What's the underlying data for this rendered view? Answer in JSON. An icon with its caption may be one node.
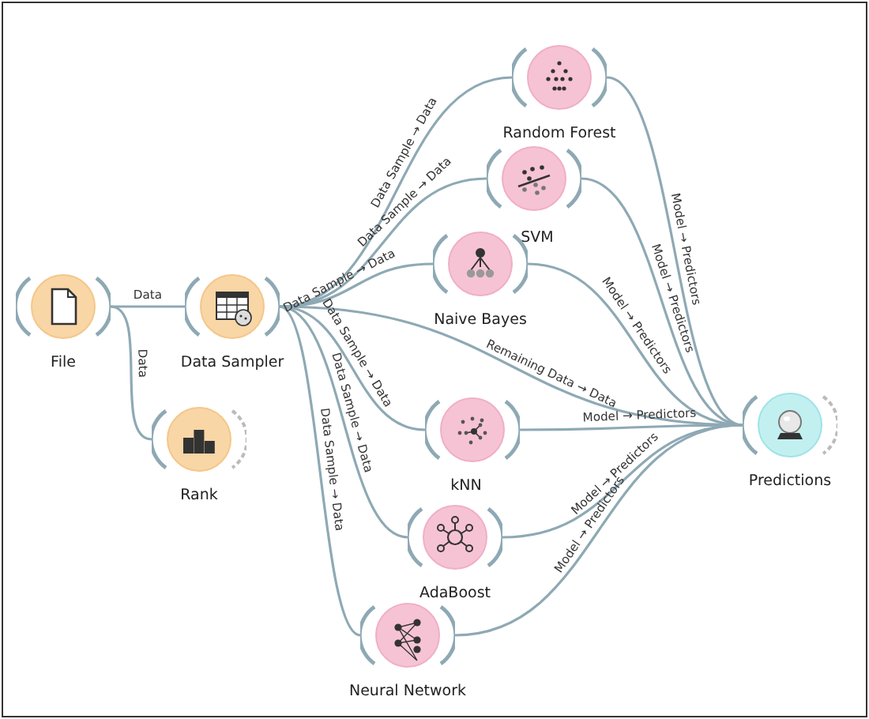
{
  "diagram": {
    "nodes": [
      {
        "text": [
          "File"
        ]
      },
      {
        "text": [
          "Data Sampler"
        ]
      },
      {
        "text": [
          "Rank"
        ]
      },
      {
        "text": [
          "Random Forest"
        ]
      },
      {
        "text": [
          "SVM"
        ]
      },
      {
        "text": [
          "Naive Bayes"
        ]
      },
      {
        "text": [
          "kNN"
        ]
      },
      {
        "text": [
          "AdaBoost"
        ]
      },
      {
        "text": [
          "Neural Network"
        ]
      },
      {
        "text": [
          "Predictions"
        ]
      }
    ],
    "edges": [
      {
        "from": 0,
        "to": 1,
        "arrow": "none",
        "label": "Data"
      },
      {
        "from": 0,
        "to": 2,
        "arrow": "none",
        "label": "Data"
      },
      {
        "from": 1,
        "to": 3,
        "arrow": "none",
        "label": "Data Sample → Data"
      },
      {
        "from": 1,
        "to": 4,
        "arrow": "none",
        "label": "Data Sample → Data"
      },
      {
        "from": 1,
        "to": 5,
        "arrow": "none",
        "label": "Data Sample → Data"
      },
      {
        "from": 1,
        "to": 6,
        "arrow": "none",
        "label": "Data Sample → Data"
      },
      {
        "from": 1,
        "to": 7,
        "arrow": "none",
        "label": "Data Sample → Data"
      },
      {
        "from": 1,
        "to": 8,
        "arrow": "none",
        "label": "Data Sample → Data"
      },
      {
        "from": 1,
        "to": 9,
        "arrow": "none",
        "label": "Remaining Data → Data"
      },
      {
        "from": 3,
        "to": 9,
        "arrow": "none",
        "label": "Model → Predictors"
      },
      {
        "from": 4,
        "to": 9,
        "arrow": "none",
        "label": "Model → Predictors"
      },
      {
        "from": 5,
        "to": 9,
        "arrow": "none",
        "label": "Model → Predictors"
      },
      {
        "from": 6,
        "to": 9,
        "arrow": "none",
        "label": "Model → Predictors"
      },
      {
        "from": 7,
        "to": 9,
        "arrow": "none",
        "label": "Model → Predictors"
      },
      {
        "from": 8,
        "to": 9,
        "arrow": "none",
        "label": "Model → Predictors"
      }
    ]
  }
}
